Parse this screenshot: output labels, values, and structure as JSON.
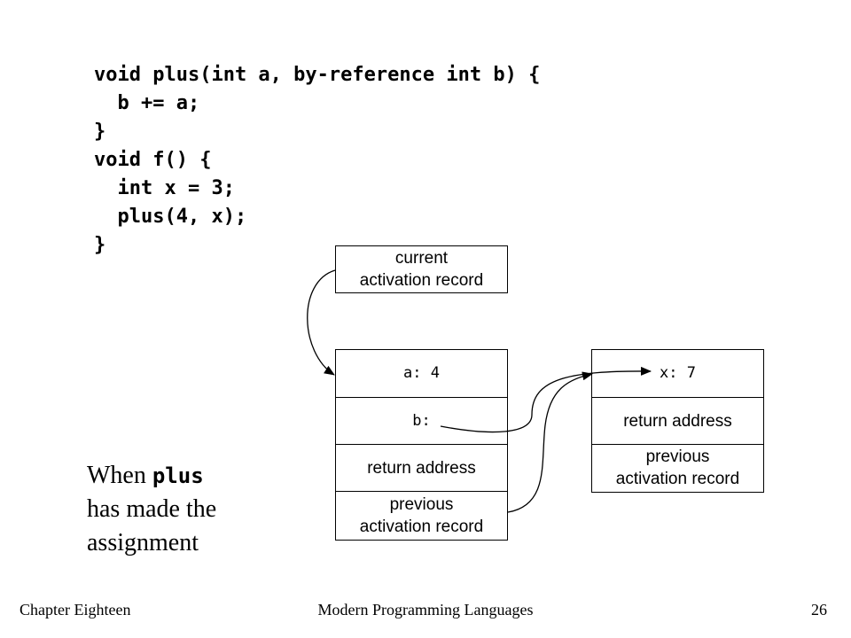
{
  "code": {
    "line1": "void plus(int a, by-reference int b) {",
    "line2": "  b += a;",
    "line3": "}",
    "line4": "void f() {",
    "line5": "  int x = 3;",
    "line6": "  plus(4, x);",
    "line7": "}"
  },
  "diagram": {
    "current_record": {
      "line1": "current",
      "line2": "activation record"
    },
    "plus_record": {
      "a": "a: 4",
      "b": "b:",
      "return_address": "return address",
      "previous_line1": "previous",
      "previous_line2": "activation record"
    },
    "f_record": {
      "x": "x: 7",
      "return_address": "return address",
      "previous_line1": "previous",
      "previous_line2": "activation record"
    }
  },
  "caption": {
    "when": "When ",
    "keyword": "plus",
    "line2": "has made the",
    "line3": "assignment"
  },
  "footer": {
    "left": "Chapter Eighteen",
    "center": "Modern Programming Languages",
    "right": "26"
  }
}
